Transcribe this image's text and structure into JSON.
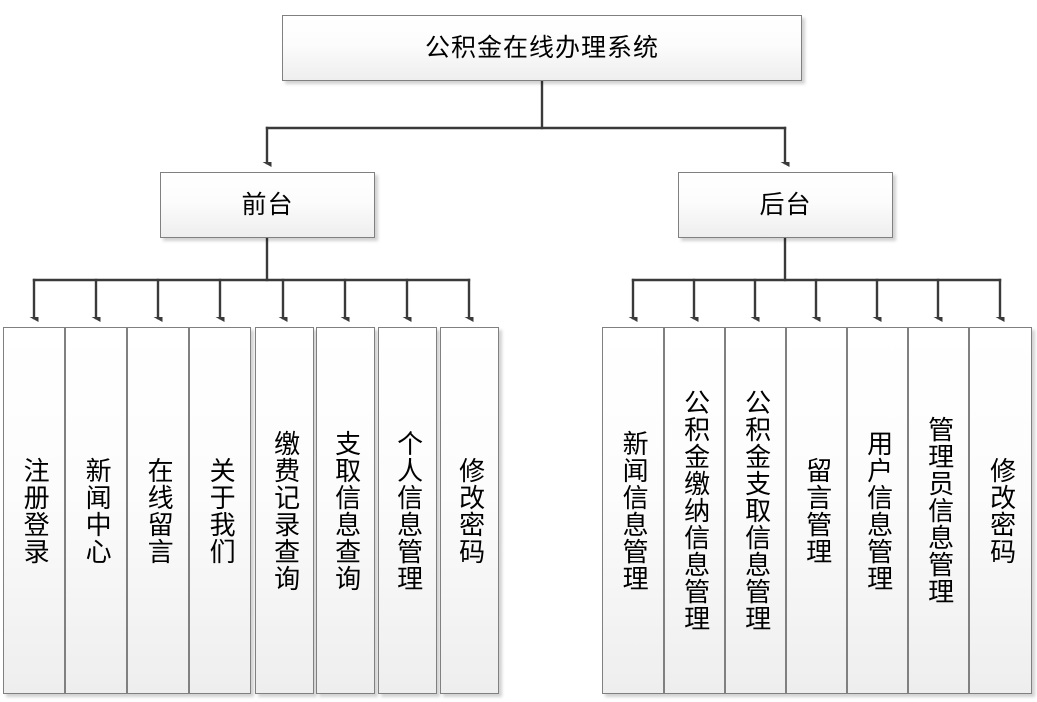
{
  "diagram": {
    "type": "tree",
    "title_node": {
      "label": "公积金在线办理系统"
    },
    "branches": [
      {
        "key": "frontend",
        "label": "前台",
        "leaves": [
          {
            "label": "注册登录"
          },
          {
            "label": "新闻中心"
          },
          {
            "label": "在线留言"
          },
          {
            "label": "关于我们"
          },
          {
            "label": "缴费记录查询"
          },
          {
            "label": "支取信息查询"
          },
          {
            "label": "个人信息管理"
          },
          {
            "label": "修改密码"
          }
        ]
      },
      {
        "key": "backend",
        "label": "后台",
        "leaves": [
          {
            "label": "新闻信息管理"
          },
          {
            "label": "公积金缴纳信息管理"
          },
          {
            "label": "公积金支取信息管理"
          },
          {
            "label": "留言管理"
          },
          {
            "label": "用户信息管理"
          },
          {
            "label": "管理员信息管理"
          },
          {
            "label": "修改密码"
          }
        ]
      }
    ],
    "colors": {
      "border": "#808080",
      "fill_top": "#ffffff",
      "fill_bottom": "#eeeeee",
      "connector": "#3a3a3a",
      "text": "#000000",
      "background": "#ffffff"
    }
  }
}
